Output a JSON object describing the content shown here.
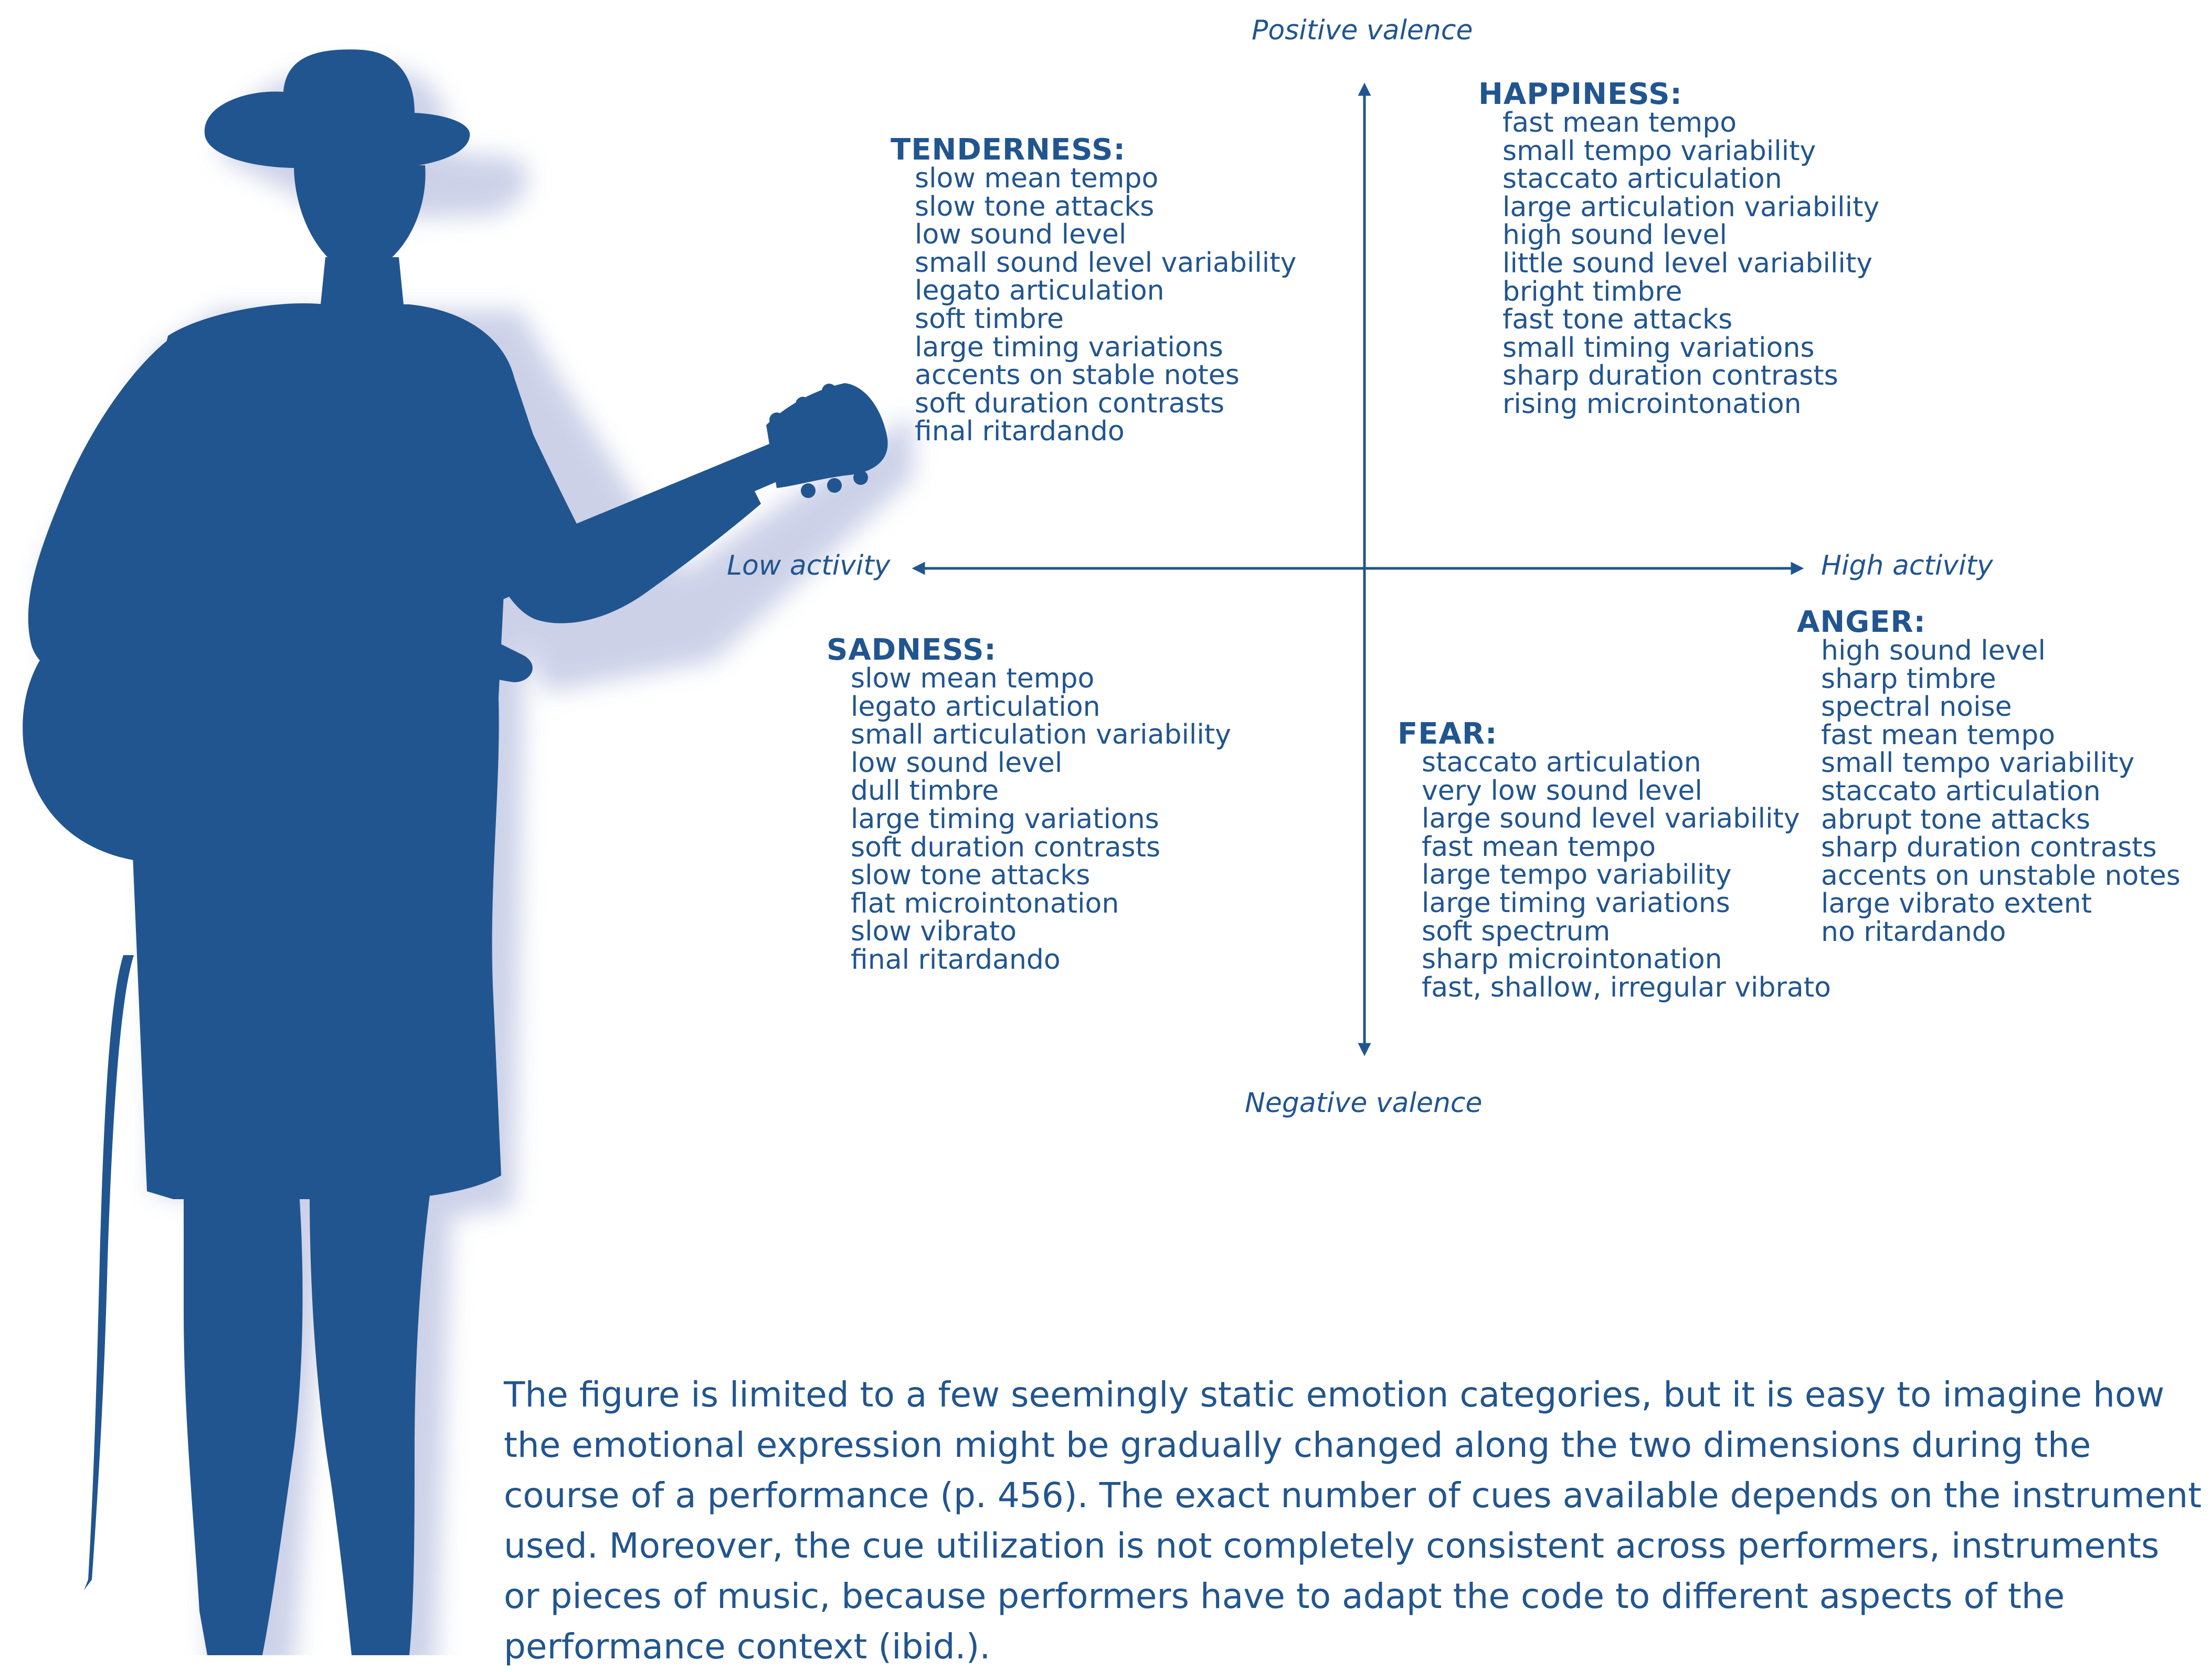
{
  "axes": {
    "positive_valence": "Positive valence",
    "negative_valence": "Negative valence",
    "low_activity": "Low activity",
    "high_activity": "High activity"
  },
  "emotions": {
    "tenderness": {
      "title": "TENDERNESS:",
      "cues": [
        "slow mean tempo",
        "slow tone attacks",
        "low sound level",
        "small sound level variability",
        "legato articulation",
        "soft timbre",
        "large timing variations",
        "accents on stable notes",
        "soft duration contrasts",
        "final ritardando"
      ]
    },
    "happiness": {
      "title": "HAPPINESS:",
      "cues": [
        "fast mean tempo",
        "small tempo variability",
        "staccato articulation",
        "large articulation variability",
        "high sound level",
        "little sound level variability",
        "bright timbre",
        "fast tone attacks",
        "small timing variations",
        "sharp duration contrasts",
        "rising microintonation"
      ]
    },
    "sadness": {
      "title": "SADNESS:",
      "cues": [
        "slow mean tempo",
        "legato articulation",
        "small articulation variability",
        "low sound level",
        "dull timbre",
        "large timing variations",
        "soft duration contrasts",
        "slow tone attacks",
        "flat microintonation",
        "slow vibrato",
        "final ritardando"
      ]
    },
    "fear": {
      "title": "FEAR:",
      "cues": [
        "staccato articulation",
        "very low sound level",
        "large sound level variability",
        "fast mean tempo",
        "large tempo variability",
        "large timing variations",
        "soft spectrum",
        "sharp microintonation",
        "fast, shallow, irregular vibrato"
      ]
    },
    "anger": {
      "title": "ANGER:",
      "cues": [
        "high sound level",
        "sharp timbre",
        "spectral noise",
        "fast mean tempo",
        "small tempo variability",
        "staccato articulation",
        "abrupt tone attacks",
        "sharp duration contrasts",
        "accents on unstable notes",
        "large vibrato extent",
        "no ritardando"
      ]
    }
  },
  "caption": "The figure is limited to a few seemingly static emotion categories, but it is easy to imagine how the emotional expression might be gradually changed along the two dimensions during the course of a performance (p. 456). The exact number of cues available depends on the instrument used. Moreover, the cue utilization is not completely consistent across performers, instruments or pieces of music, because performers have to adapt the code to different aspects of the performance context (ibid.).",
  "colors": {
    "primary": "#21558f",
    "shadow": "#c7cde6"
  }
}
